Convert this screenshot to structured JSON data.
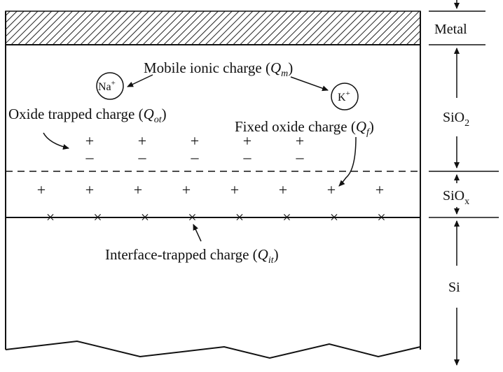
{
  "layers": {
    "metal": "Metal",
    "sio2": "SiO",
    "sio2_sub": "2",
    "siox": "SiO",
    "siox_sub": "x",
    "si": "Si"
  },
  "charges": {
    "mobile": {
      "text": "Mobile ionic charge (",
      "symbol": "Q",
      "sub": "m",
      "close": ")"
    },
    "oxide_trapped": {
      "text": "Oxide trapped charge (",
      "symbol": "Q",
      "sub": "ot",
      "close": ")"
    },
    "fixed": {
      "text": "Fixed oxide charge (",
      "symbol": "Q",
      "sub": "f",
      "close": ")"
    },
    "interface": {
      "text": "Interface-trapped charge (",
      "symbol": "Q",
      "sub": "it",
      "close": ")"
    }
  },
  "ions": {
    "na": "Na",
    "na_sup": "+",
    "k": "K",
    "k_sup": "+"
  },
  "symbols": {
    "plus": "+",
    "minus": "–",
    "cross": "×"
  },
  "trapped_charge_count": 5,
  "fixed_charge_count": 8,
  "interface_trap_count": 8
}
